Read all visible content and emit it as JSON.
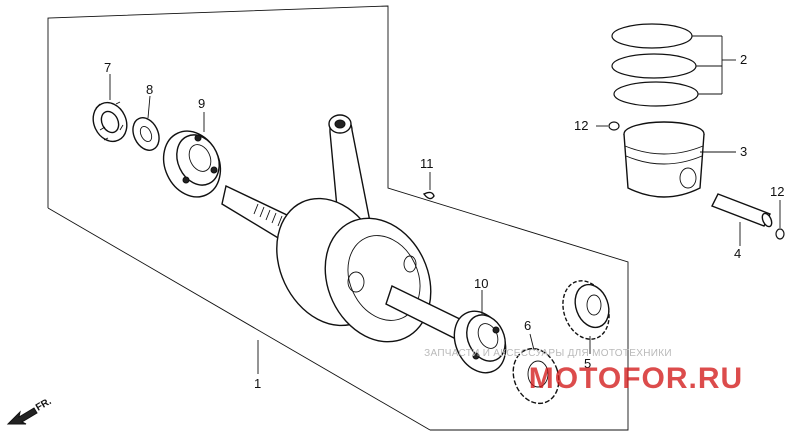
{
  "callouts": {
    "c1": "1",
    "c2": "2",
    "c3": "3",
    "c4": "4",
    "c5": "5",
    "c6": "6",
    "c7": "7",
    "c8": "8",
    "c9": "9",
    "c10": "10",
    "c11": "11",
    "c12a": "12",
    "c12b": "12"
  },
  "direction_label": "FR.",
  "watermark": {
    "tagline": "ЗАПЧАСТИ И АКСЕССУАРЫ ДЛЯ МОТОТЕХНИКИ",
    "brand": "MOTOFOR.RU"
  },
  "colors": {
    "line": "#111111",
    "watermark": "#d21a1a"
  }
}
